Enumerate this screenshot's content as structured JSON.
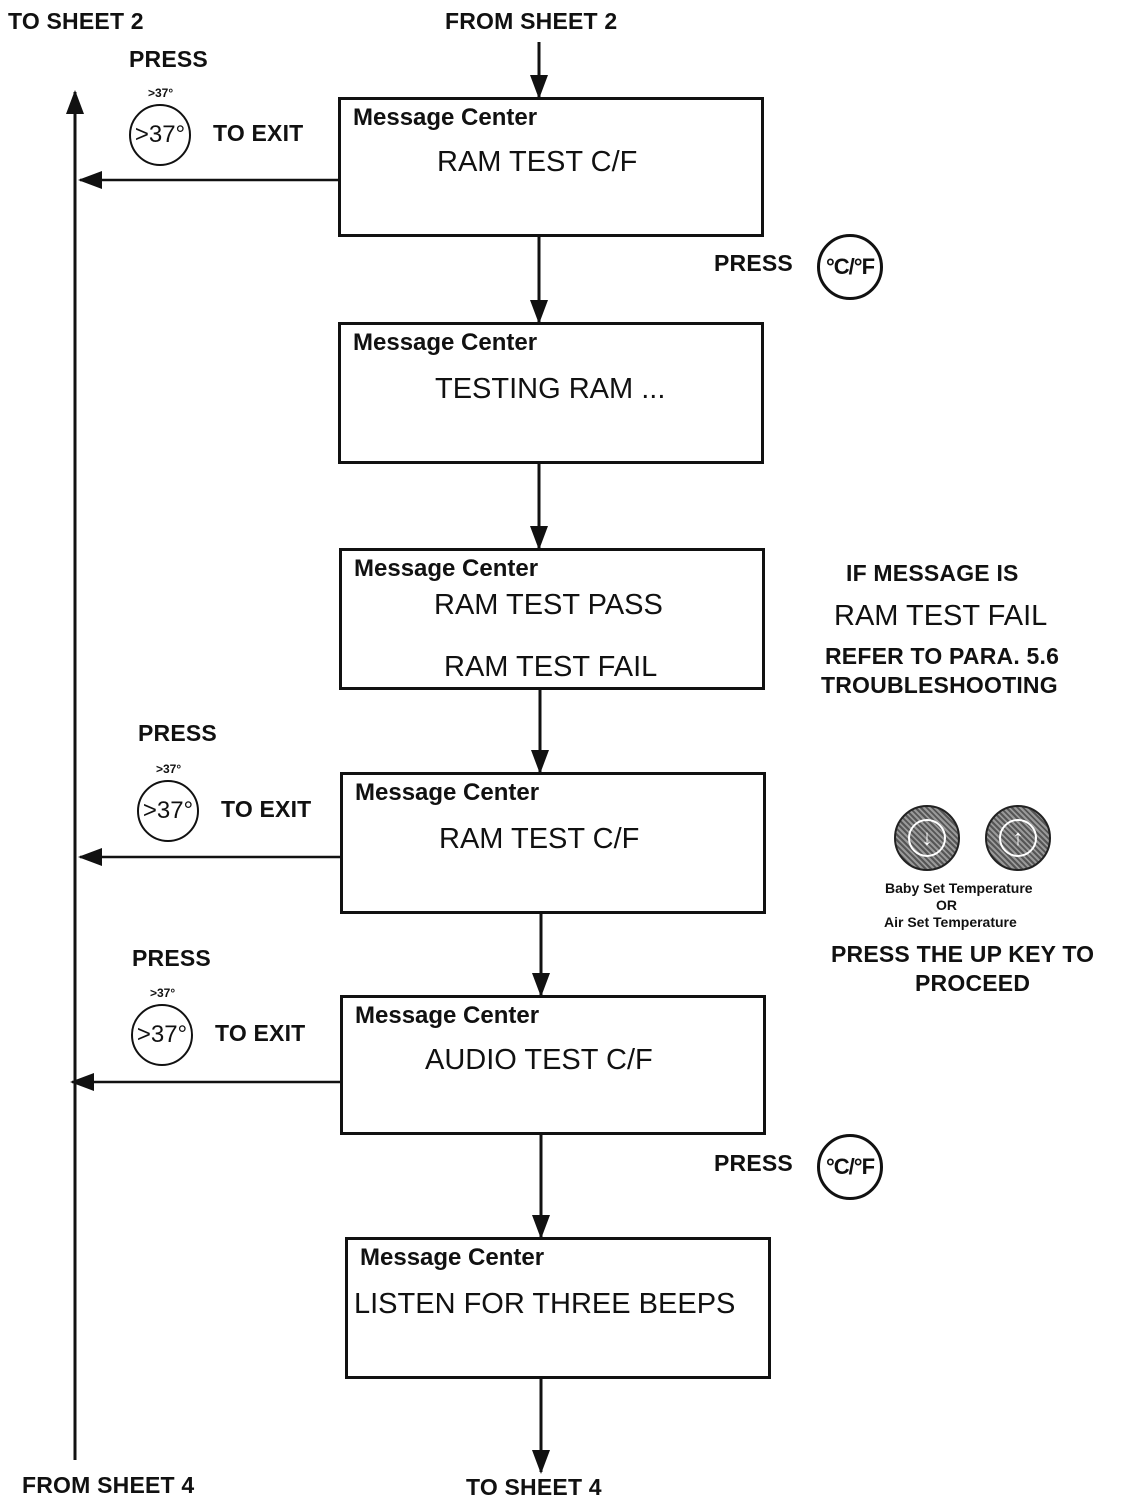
{
  "connectors": {
    "to_sheet_2": "TO SHEET 2",
    "from_sheet_2": "FROM SHEET 2",
    "from_sheet_4": "FROM SHEET 4",
    "to_sheet_4": "TO SHEET 4"
  },
  "exit_keys": [
    {
      "press": "PRESS",
      "small": ">37°",
      "key": ">37°",
      "action": "TO EXIT"
    },
    {
      "press": "PRESS",
      "small": ">37°",
      "key": ">37°",
      "action": "TO EXIT"
    },
    {
      "press": "PRESS",
      "small": ">37°",
      "key": ">37°",
      "action": "TO EXIT"
    }
  ],
  "cf_keys": [
    {
      "press": "PRESS",
      "key": "°C/°F"
    },
    {
      "press": "PRESS",
      "key": "°C/°F"
    }
  ],
  "boxes": [
    {
      "title": "Message Center",
      "lines": [
        "RAM TEST  C/F"
      ]
    },
    {
      "title": "Message Center",
      "lines": [
        "TESTING RAM  ..."
      ]
    },
    {
      "title": "Message Center",
      "lines": [
        "RAM TEST PASS",
        "RAM TEST FAIL"
      ]
    },
    {
      "title": "Message Center",
      "lines": [
        "RAM TEST  C/F"
      ]
    },
    {
      "title": "Message Center",
      "lines": [
        "AUDIO TEST  C/F"
      ]
    },
    {
      "title": "Message Center",
      "lines": [
        "LISTEN FOR THREE BEEPS"
      ]
    }
  ],
  "fail_note": {
    "line1": "IF MESSAGE IS",
    "line2": "RAM TEST FAIL",
    "line3": "REFER TO PARA. 5.6",
    "line4": "TROUBLESHOOTING"
  },
  "up_down_keys": {
    "down_icon": "down-arrow-icon",
    "up_icon": "up-arrow-icon",
    "caption1": "Baby Set Temperature",
    "caption2": "OR",
    "caption3": "Air Set Temperature",
    "instruction1": "PRESS THE UP KEY TO",
    "instruction2": "PROCEED"
  }
}
